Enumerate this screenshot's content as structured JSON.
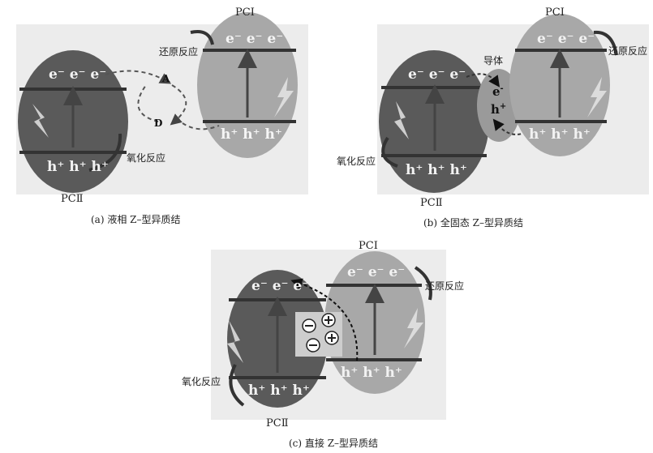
{
  "panels": [
    {
      "caption": "(a) 液相 Z–型异质结",
      "pc1": "PCⅠ",
      "pc2": "PCⅡ",
      "reduction": "还原反应",
      "oxidation": "氧化反应",
      "acceptor": "A",
      "donor": "D"
    },
    {
      "caption": "(b) 全固态 Z–型异质结",
      "pc1": "PCⅠ",
      "pc2": "PCⅡ",
      "reduction": "还原反应",
      "oxidation": "氧化反应",
      "mediator": "导体",
      "mediator_e": "e",
      "mediator_h": "h"
    },
    {
      "caption": "(c) 直接 Z–型异质结",
      "pc1": "PCⅠ",
      "pc2": "PCⅡ",
      "reduction": "还原反应",
      "oxidation": "氧化反应"
    }
  ],
  "bands": {
    "electrons": "e⁻ e⁻ e⁻",
    "holes": "h⁺ h⁺ h⁺"
  },
  "colors": {
    "pc2_fill": "#5a5a5a",
    "pc1_fill": "#a8a8a8",
    "band_line": "#3a3a3a",
    "mediator_fill": "#9a9a9a"
  }
}
